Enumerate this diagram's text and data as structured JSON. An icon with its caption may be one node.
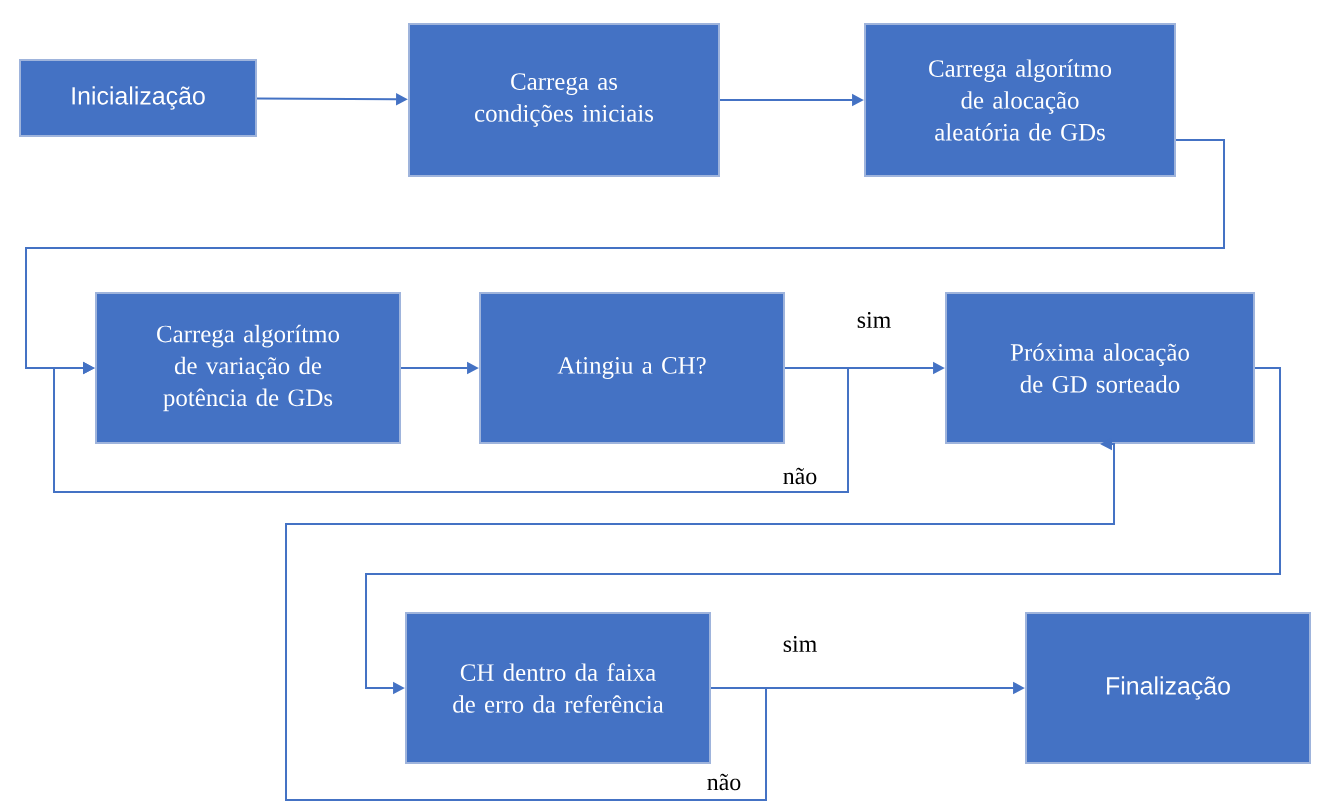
{
  "diagram": {
    "nodes": [
      {
        "text": [
          "Inicialização"
        ]
      },
      {
        "text": [
          "Carrega as condições iniciais"
        ]
      },
      {
        "text": [
          "Carrega algorítmo de alocação aleatória de GDs"
        ]
      },
      {
        "text": [
          "Carrega algorítmo de variação de potência de GDs"
        ]
      },
      {
        "text": [
          "Atingiu a CH?"
        ]
      },
      {
        "text": [
          "Próxima alocação de GD sorteado"
        ]
      },
      {
        "text": [
          "CH dentro da faixa de erro da referência"
        ]
      },
      {
        "text": [
          "Finalização"
        ]
      }
    ],
    "edges": [
      {
        "from": 0,
        "to": 1,
        "arrow": "to"
      },
      {
        "from": 1,
        "to": 2,
        "arrow": "to"
      },
      {
        "from": 2,
        "to": 3,
        "arrow": "to"
      },
      {
        "from": 3,
        "to": 4,
        "arrow": "to"
      },
      {
        "from": 4,
        "to": 5,
        "arrow": "to",
        "label": "sim"
      },
      {
        "from": 4,
        "to": 3,
        "arrow": "to",
        "label": "não"
      },
      {
        "from": 5,
        "to": 6,
        "arrow": "to"
      },
      {
        "from": 6,
        "to": 7,
        "arrow": "to",
        "label": "sim"
      },
      {
        "from": 6,
        "to": 5,
        "arrow": "to",
        "label": "não"
      }
    ]
  }
}
